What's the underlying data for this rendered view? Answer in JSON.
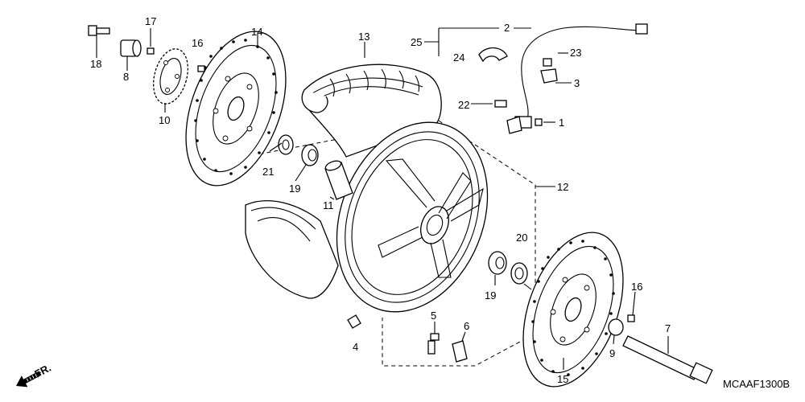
{
  "diagram": {
    "code": "MCAAF1300B",
    "direction_label": "FR.",
    "callouts": {
      "c1": "1",
      "c2": "2",
      "c3": "3",
      "c4": "4",
      "c5": "5",
      "c6": "6",
      "c7": "7",
      "c8": "8",
      "c9": "9",
      "c10": "10",
      "c11": "11",
      "c12": "12",
      "c13": "13",
      "c14": "14",
      "c15": "15",
      "c16a": "16",
      "c16b": "16",
      "c17": "17",
      "c18": "18",
      "c19a": "19",
      "c19b": "19",
      "c20": "20",
      "c21": "21",
      "c22": "22",
      "c23": "23",
      "c24": "24",
      "c25": "25"
    }
  }
}
